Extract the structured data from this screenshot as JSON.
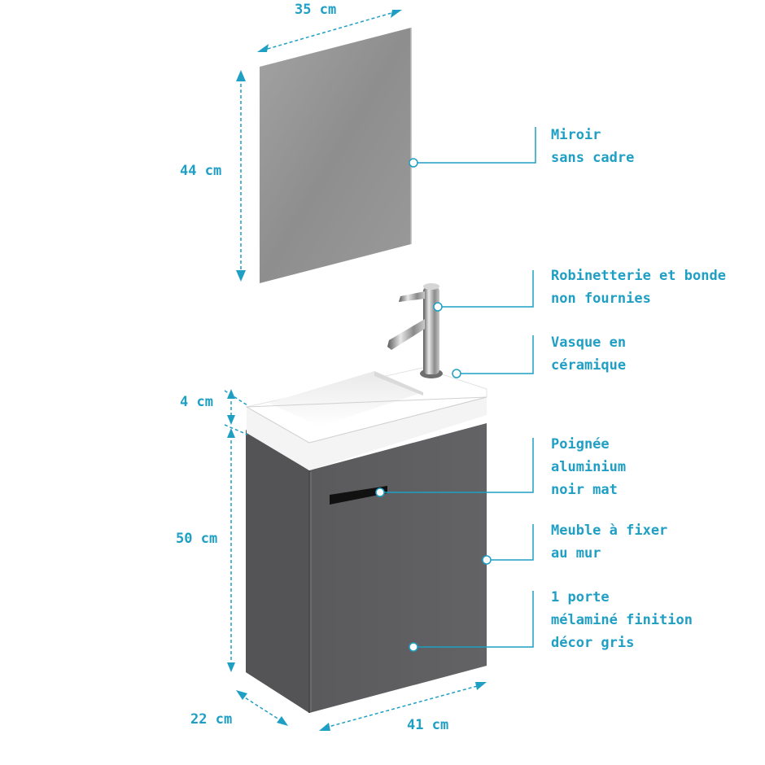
{
  "colors": {
    "accent": "#1f9fc4",
    "mirror": "#9b9b9b",
    "cabinet": "#5f5f61",
    "basin": "#ffffff",
    "handle": "#111111"
  },
  "dimensions": {
    "mirror_width": "35 cm",
    "mirror_height": "44 cm",
    "basin_height": "4 cm",
    "cabinet_height": "50 cm",
    "depth": "22 cm",
    "width": "41 cm"
  },
  "callouts": [
    {
      "id": "mirror",
      "lines": [
        "Miroir",
        "sans cadre"
      ]
    },
    {
      "id": "faucet",
      "lines": [
        "Robinetterie et bonde",
        "non fournies"
      ]
    },
    {
      "id": "basin",
      "lines": [
        "Vasque en",
        "céramique"
      ]
    },
    {
      "id": "handle",
      "lines": [
        "Poignée",
        "aluminium",
        "noir mat"
      ]
    },
    {
      "id": "cabinet",
      "lines": [
        "Meuble à fixer",
        "au mur"
      ]
    },
    {
      "id": "door",
      "lines": [
        "1 porte",
        "mélaminé finition",
        "décor gris"
      ]
    }
  ]
}
